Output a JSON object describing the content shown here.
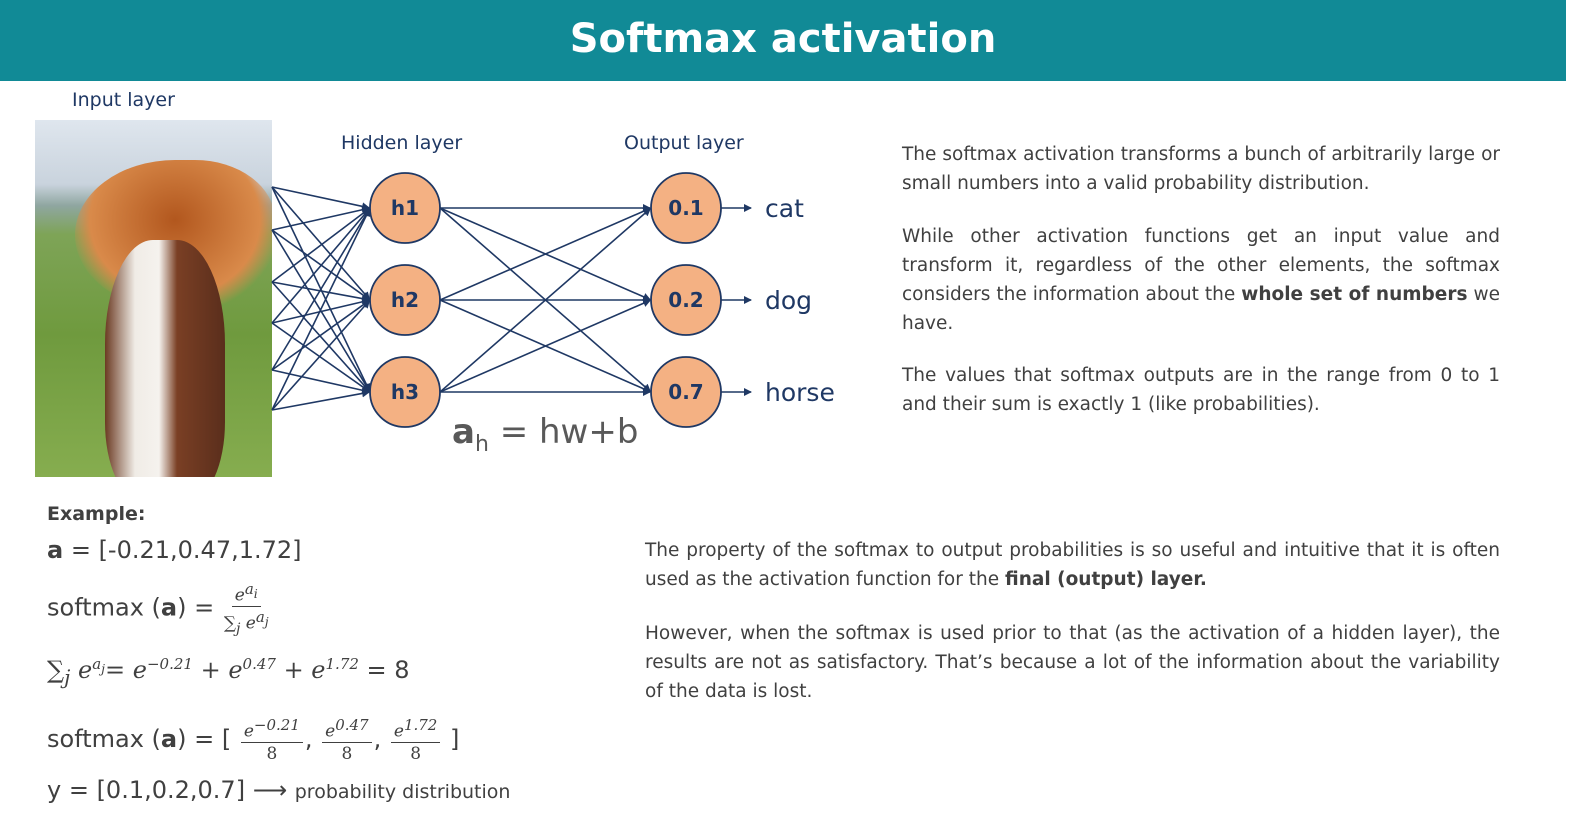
{
  "title": "Softmax activation",
  "labels": {
    "input": "Input layer",
    "hidden": "Hidden layer",
    "output": "Output layer"
  },
  "hidden_nodes": [
    "h1",
    "h2",
    "h3"
  ],
  "output_nodes": [
    {
      "value": "0.1",
      "class": "cat"
    },
    {
      "value": "0.2",
      "class": "dog"
    },
    {
      "value": "0.7",
      "class": "horse"
    }
  ],
  "formula": {
    "a": "a",
    "sub": "h",
    "rest": " = hw+b"
  },
  "right_text": {
    "p1": "The softmax activation transforms a bunch of arbitrarily large or small numbers into a valid probability distribution.",
    "p2_a": "While other activation functions get an input value and transform it, regardless of the other elements, the softmax considers the information about the ",
    "p2_bold": "whole set of numbers",
    "p2_b": " we have.",
    "p3": "The values that softmax outputs are in the range from 0 to 1 and their sum is exactly 1 (like probabilities)."
  },
  "bottom_text": {
    "p4_a": "The property of the softmax to output probabilities is so useful and intuitive that it is often used as the activation function for the ",
    "p4_bold": "final (output) layer.",
    "p5": "However, when the softmax is used prior to that (as the activation of a hidden layer), the results are not as satisfactory. That’s because a lot of the information about the variability of the data is lost."
  },
  "example": {
    "heading": "Example:",
    "a_line": " = [-0.21,0.47,1.72]",
    "softmax": "softmax (",
    "sum_result": " = 8",
    "exps": [
      "−0.21",
      "0.47",
      "1.72"
    ],
    "denominator": "8",
    "y_line": "y = [0.1,0.2,0.7]",
    "y_label": "probability distribution"
  },
  "colors": {
    "header": "#118a96",
    "node": "#f4b183",
    "navy": "#1f3864"
  }
}
